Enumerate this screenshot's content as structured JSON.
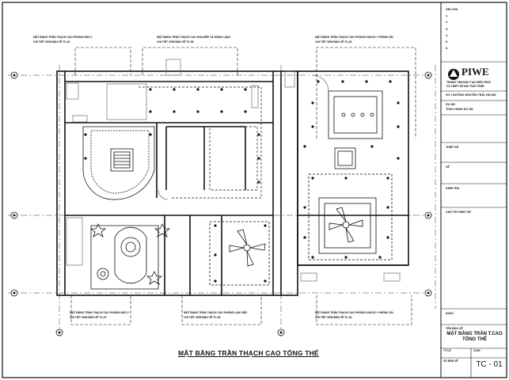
{
  "drawing": {
    "main_title": "MẶT BẰNG TRẦN THẠCH CAO TỔNG THỂ",
    "labels": [
      {
        "key": "top1",
        "line1": "MẶT BẰNG TRẦN THẠCH CAO PHÒNG NGỦ 1",
        "line2": "CHI TIẾT XEM BẢN VẼ TC-01"
      },
      {
        "key": "top2",
        "line1": "MẶT BẰNG TRẦN THẠCH CAO KHU BẾP VÀ HÀNH LANG",
        "line2": "CHI TIẾT XEM BẢN VẼ TC-05"
      },
      {
        "key": "top3",
        "line1": "MẶT BẰNG TRẦN THẠCH CAO PHÒNG KHÁCH + PHÒNG ĂN",
        "line2": "CHI TIẾT XEM BẢN VẼ TC-02"
      },
      {
        "key": "bot1",
        "line1": "MẶT BẰNG TRẦN THẠCH CAO PHÒNG NGỦ 2",
        "line2": "CHI TIẾT XEM BẢN VẼ TC-07"
      },
      {
        "key": "bot2",
        "line1": "MẶT BẰNG TRẦN THẠCH CAO PHÒNG LÀM VIỆC",
        "line2": "CHI TIẾT XEM BẢN VẼ TC-06"
      },
      {
        "key": "bot3",
        "line1": "MẶT BẰNG TRẦN THẠCH CAO PHÒNG KHÁCH + PHÒNG ĂN",
        "line2": "CHI TIẾT XEM BẢN VẼ TC-02"
      }
    ]
  },
  "title_block": {
    "notes_header": "GHI CHÚ",
    "notes_lines": [
      "1.",
      "2.",
      "3.",
      "4.",
      "5.",
      "6."
    ],
    "company_logo_text": "PIWE",
    "company_name_line1": "TRUNG TÂM ĐÀO TẠO KIẾN TRÚC",
    "company_name_line2": "VÀ THIẾT KẾ NỘI THẤT PIWE",
    "company_address": "SỐ 1 ĐƯỜNG NGUYỄN TRÃI, HÀ NỘI",
    "project_label": "DỰ ÁN",
    "project_value": "THỰC HÀNH DỰ ÁN",
    "field_design": "THIẾT KẾ",
    "field_design_value": "",
    "field_draw": "VẼ",
    "field_check": "KIỂM TRA",
    "field_manager": "CHỦ TRÌ THIẾT KẾ",
    "field_date": "NGÀY",
    "field_sheet_title": "TÊN BẢN VẼ",
    "sheet_title_line1": "MẶT BẰNG TRẦN T.CAO",
    "sheet_title_line2": "TỔNG THỂ",
    "field_scale": "TỶ LỆ",
    "scale_value": "1/100",
    "field_sheet_no": "SỐ BẢN VẼ",
    "sheet_code": "TC - 01"
  }
}
